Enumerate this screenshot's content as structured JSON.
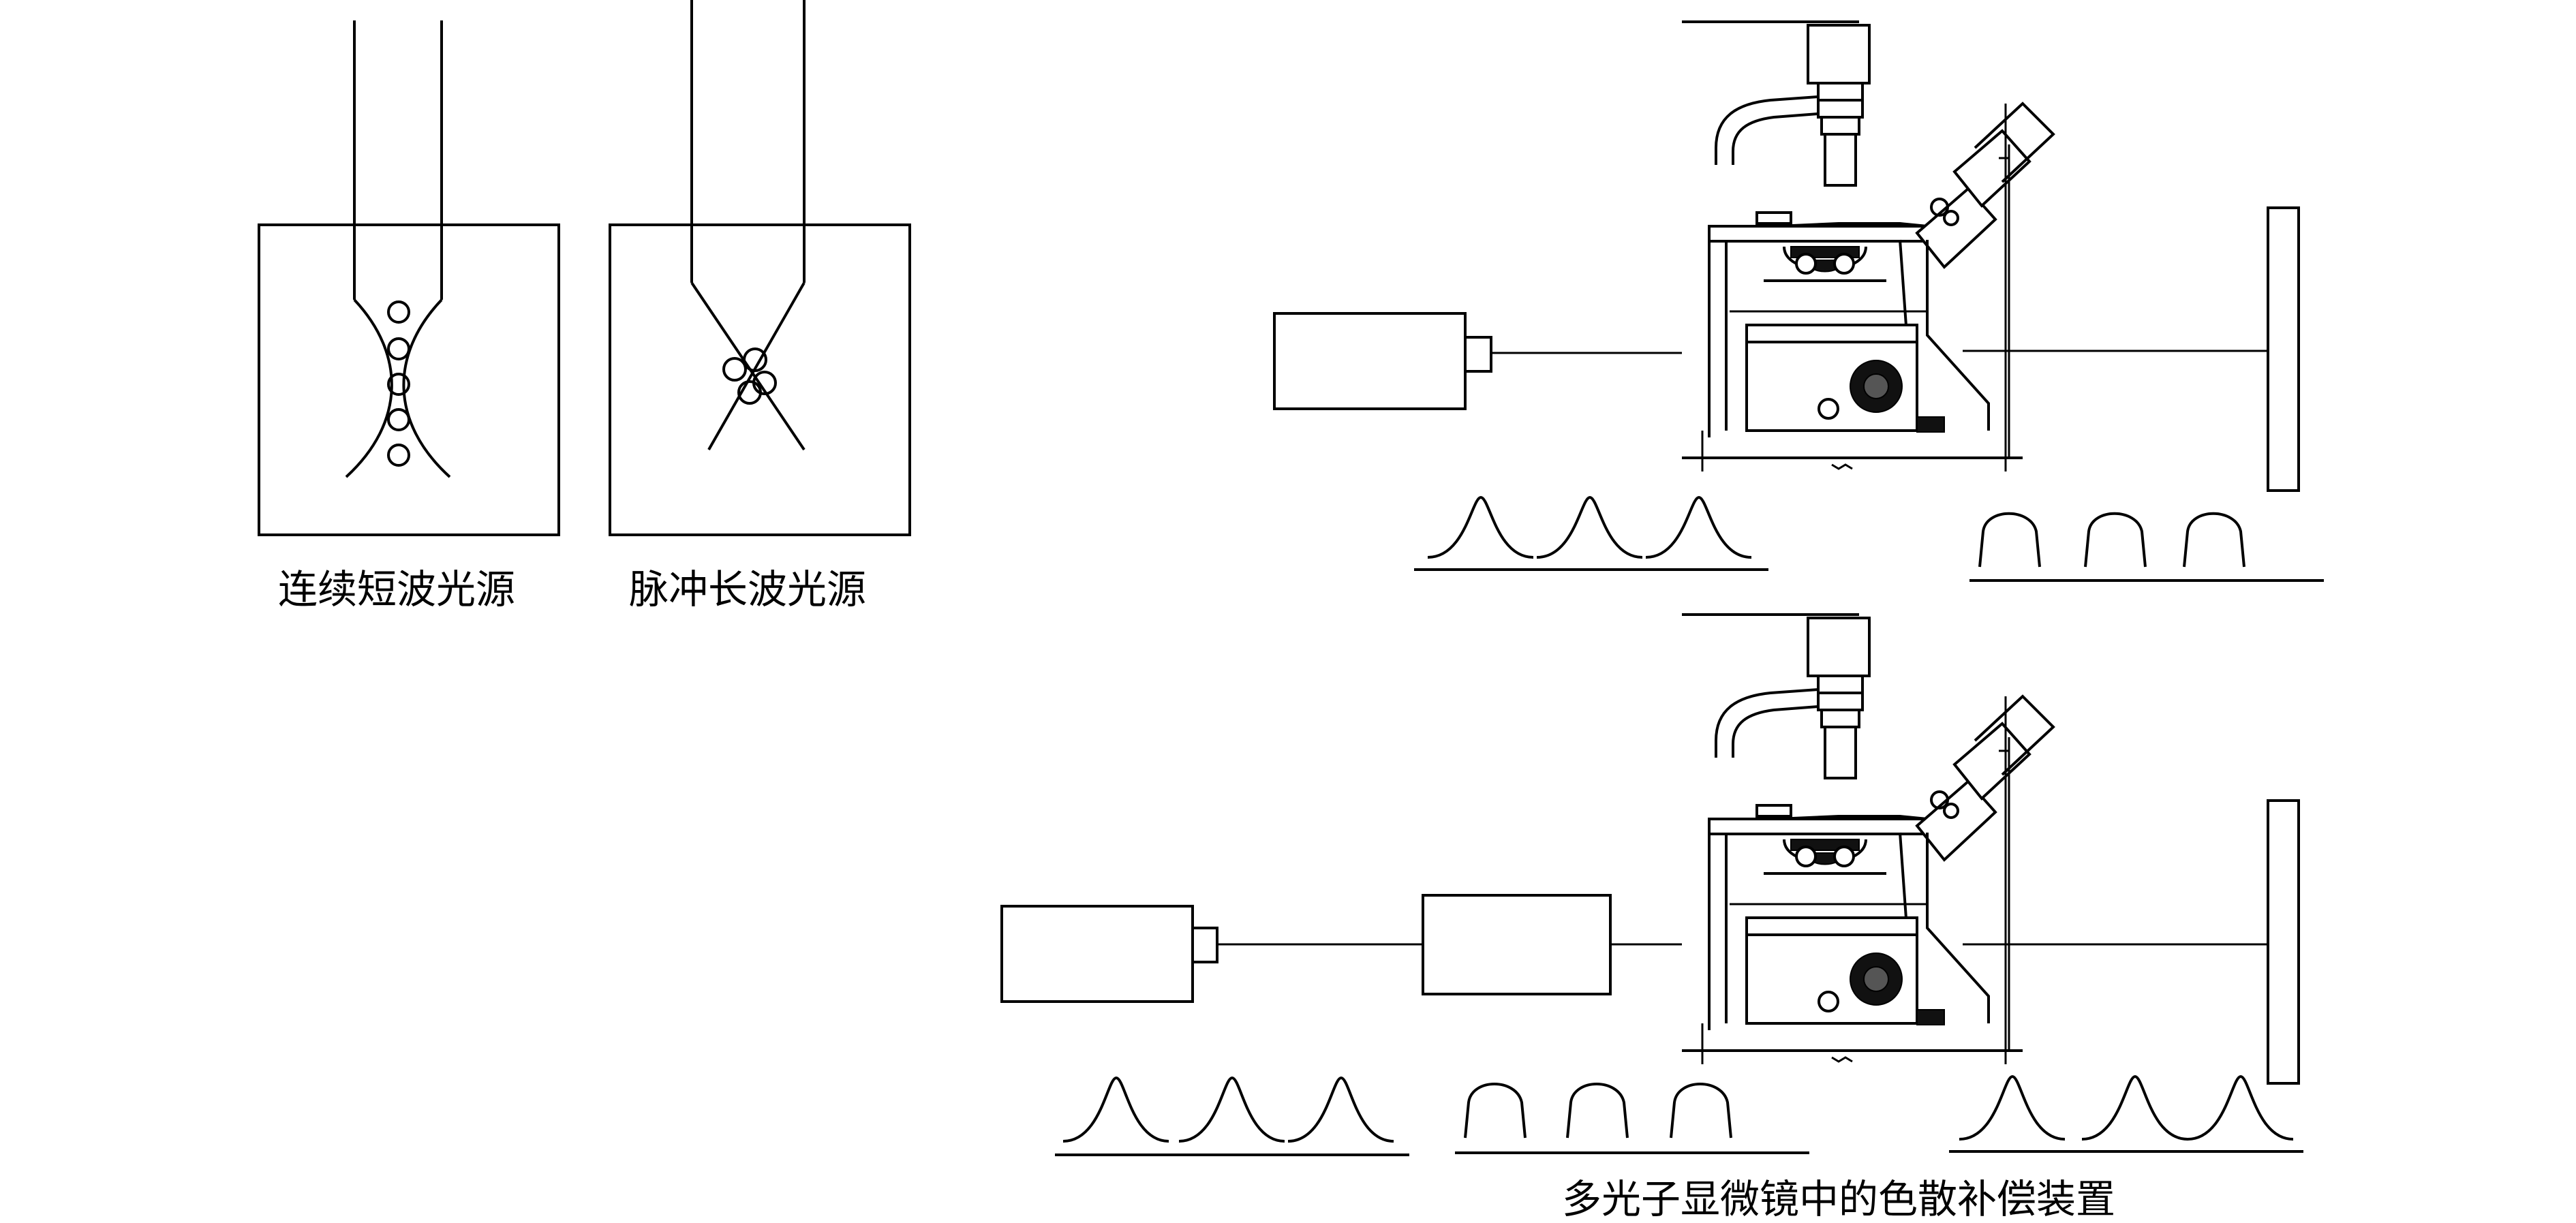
{
  "labels": {
    "cw_source": "连续短波光源",
    "pulse_source": "脉冲长波光源",
    "caption": "多光子显微镜中的色散补偿装置"
  },
  "pulse_groups": [
    {
      "id": "top-input",
      "shape": "sharp",
      "count": 3
    },
    {
      "id": "top-output",
      "shape": "broad",
      "count": 3
    },
    {
      "id": "bottom-input",
      "shape": "sharp",
      "count": 3
    },
    {
      "id": "bottom-compensated",
      "shape": "broad",
      "count": 3
    },
    {
      "id": "bottom-output",
      "shape": "sharp",
      "count": 3
    }
  ]
}
